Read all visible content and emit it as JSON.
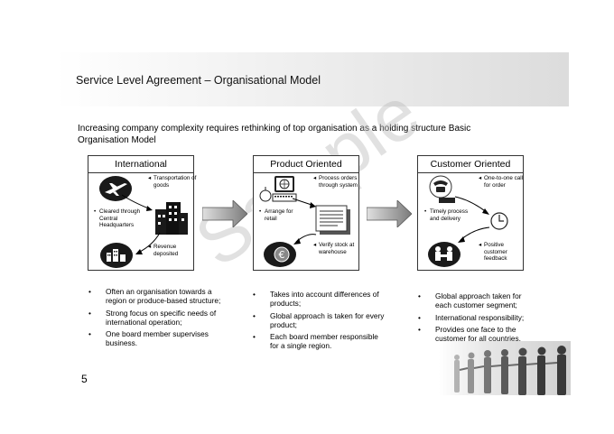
{
  "header": {
    "title": "Service Level Agreement – Organisational Model"
  },
  "intro": "Increasing company complexity requires rethinking of top organisation as a holding structure Basic Organisation Model",
  "panels": [
    {
      "title": "International",
      "notes": [
        "Transportation of goods",
        "Cleared through Central Headquarters",
        "Revenue deposited"
      ]
    },
    {
      "title": "Product Oriented",
      "notes": [
        "Process orders through system",
        "Arrange for retail",
        "Verify stock at warehouse"
      ]
    },
    {
      "title": "Customer Oriented",
      "notes": [
        "One-to-one call for order",
        "Timely process and delivery",
        "Positive customer feedback"
      ]
    }
  ],
  "bullets": [
    [
      "Often an organisation towards a region or produce-based structure;",
      "Strong focus on specific needs of international operation;",
      "One board member supervises business."
    ],
    [
      "Takes into account differences of products;",
      "Global approach is taken for every product;",
      "Each board member responsible for a single region."
    ],
    [
      "Global approach taken for each customer segment;",
      "International responsibility;",
      "Provides one face to the customer for all countries."
    ]
  ],
  "watermark": "Sample",
  "page_number": "5"
}
